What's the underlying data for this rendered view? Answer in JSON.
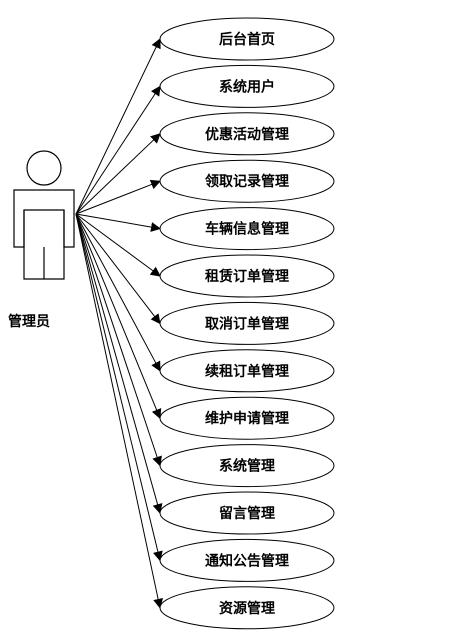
{
  "actor": {
    "label": "管理员"
  },
  "use_cases": [
    {
      "label": "后台首页"
    },
    {
      "label": "系统用户"
    },
    {
      "label": "优惠活动管理"
    },
    {
      "label": "领取记录管理"
    },
    {
      "label": "车辆信息管理"
    },
    {
      "label": "租赁订单管理"
    },
    {
      "label": "取消订单管理"
    },
    {
      "label": "续租订单管理"
    },
    {
      "label": "维护申请管理"
    },
    {
      "label": "系统管理"
    },
    {
      "label": "留言管理"
    },
    {
      "label": "通知公告管理"
    },
    {
      "label": "资源管理"
    }
  ]
}
